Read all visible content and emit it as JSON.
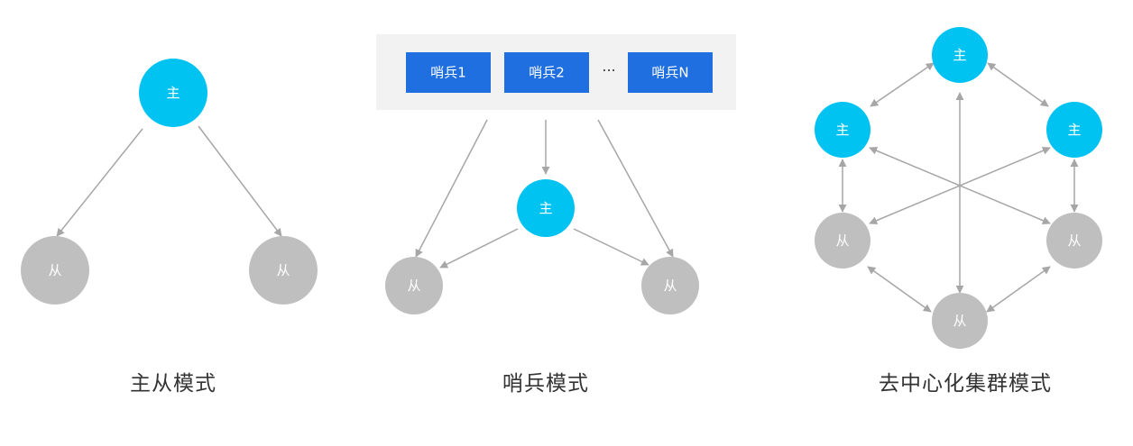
{
  "colors": {
    "master": "#00c3f2",
    "slave": "#bfbfbf",
    "sentinel": "#1f6fe0",
    "panel": "#f2f2f2",
    "arrow": "#a6a6a6",
    "caption": "#333333"
  },
  "master_slave": {
    "master_label": "主",
    "slave_label": "从",
    "caption": "主从模式"
  },
  "sentinel": {
    "sentinels": [
      "哨兵1",
      "哨兵2",
      "哨兵N"
    ],
    "ellipsis": "···",
    "master_label": "主",
    "slave_label": "从",
    "caption": "哨兵模式"
  },
  "cluster": {
    "master_label": "主",
    "slave_label": "从",
    "caption": "去中心化集群模式"
  }
}
